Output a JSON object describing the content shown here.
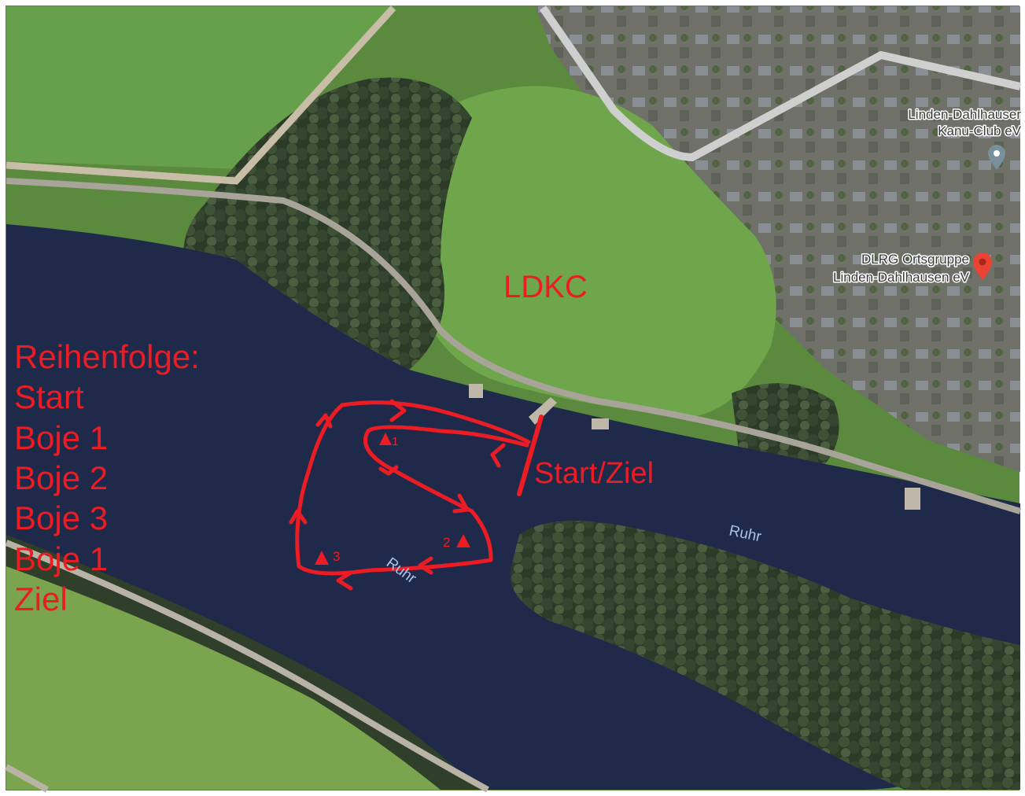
{
  "title": "LDKC",
  "start_finish_label": "Start/Ziel",
  "legend": {
    "heading": "Reihenfolge:",
    "steps": [
      "Start",
      "Boje 1",
      "Boje 2",
      "Boje 3",
      "Boje 1",
      "Ziel"
    ]
  },
  "buoys": [
    {
      "number": "1"
    },
    {
      "number": "2"
    },
    {
      "number": "3"
    }
  ],
  "places": [
    {
      "name_line1": "Linden-Dahlhauser",
      "name_line2": "Kanu-Club eV",
      "pin": "grey-pin-icon"
    },
    {
      "name_line1": "DLRG Ortsgruppe",
      "name_line2": "Linden-Dahlhausen eV",
      "pin": "red-pin-icon"
    }
  ],
  "river_labels": [
    "Ruhr",
    "Ruhr"
  ],
  "colors": {
    "annotation_red": "#ec1c24",
    "water": "#1f2a4a",
    "meadow": "#4f8a3a",
    "pin_red": "#ea4335",
    "pin_grey": "#78909c"
  }
}
